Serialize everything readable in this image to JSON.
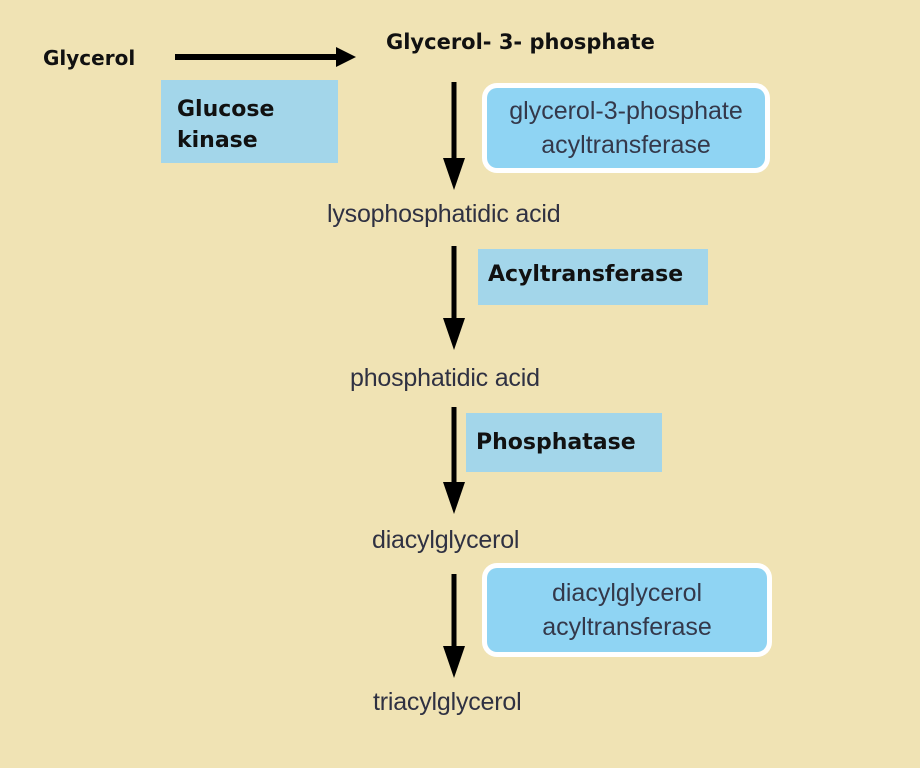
{
  "substrates": {
    "glycerol": "Glycerol",
    "glycerol_3_phosphate": "Glycerol- 3- phosphate",
    "lysophosphatidic_acid": "lysophosphatidic acid",
    "phosphatidic_acid": "phosphatidic acid",
    "diacylglycerol": "diacylglycerol",
    "triacylglycerol": "triacylglycerol"
  },
  "enzymes": {
    "glucose_kinase": {
      "line1": "Glucose",
      "line2": "kinase"
    },
    "g3p_acyltransferase": {
      "line1": "glycerol-3-phosphate",
      "line2": "acyltransferase"
    },
    "acyltransferase": "Acyltransferase",
    "phosphatase": "Phosphatase",
    "dag_acyltransferase": {
      "line1": "diacylglycerol",
      "line2": "acyltransferase"
    }
  },
  "colors": {
    "background": "#f0e3b4",
    "enzyme_box": "#a3d6ea",
    "enzyme_rounded": "#8fd4f3",
    "arrow": "#000000"
  }
}
